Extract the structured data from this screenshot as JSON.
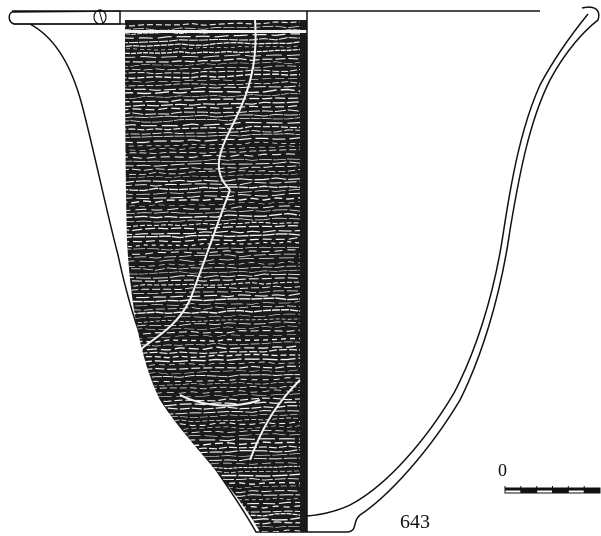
{
  "figure": {
    "catalog_number": "643",
    "scale": {
      "zero_label": "0",
      "segments": 6
    },
    "colors": {
      "ink": "#111111",
      "paper": "#ffffff",
      "texture_dark": "#1a1a1a",
      "texture_light": "#f2f2f2"
    }
  }
}
